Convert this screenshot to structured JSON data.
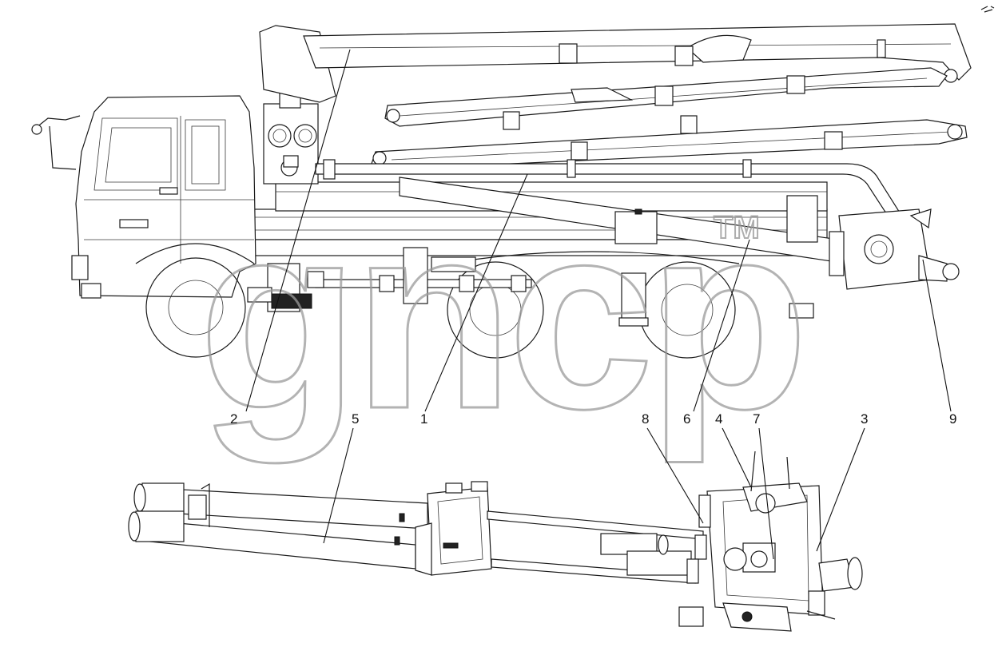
{
  "diagram": {
    "callouts": [
      {
        "id": "c2",
        "label": "2"
      },
      {
        "id": "c5",
        "label": "5"
      },
      {
        "id": "c1",
        "label": "1"
      },
      {
        "id": "c8",
        "label": "8"
      },
      {
        "id": "c6",
        "label": "6"
      },
      {
        "id": "c4",
        "label": "4"
      },
      {
        "id": "c7",
        "label": "7"
      },
      {
        "id": "c3",
        "label": "3"
      },
      {
        "id": "c9",
        "label": "9"
      }
    ],
    "watermark": {
      "text": "gncp",
      "mark": "TM"
    }
  }
}
